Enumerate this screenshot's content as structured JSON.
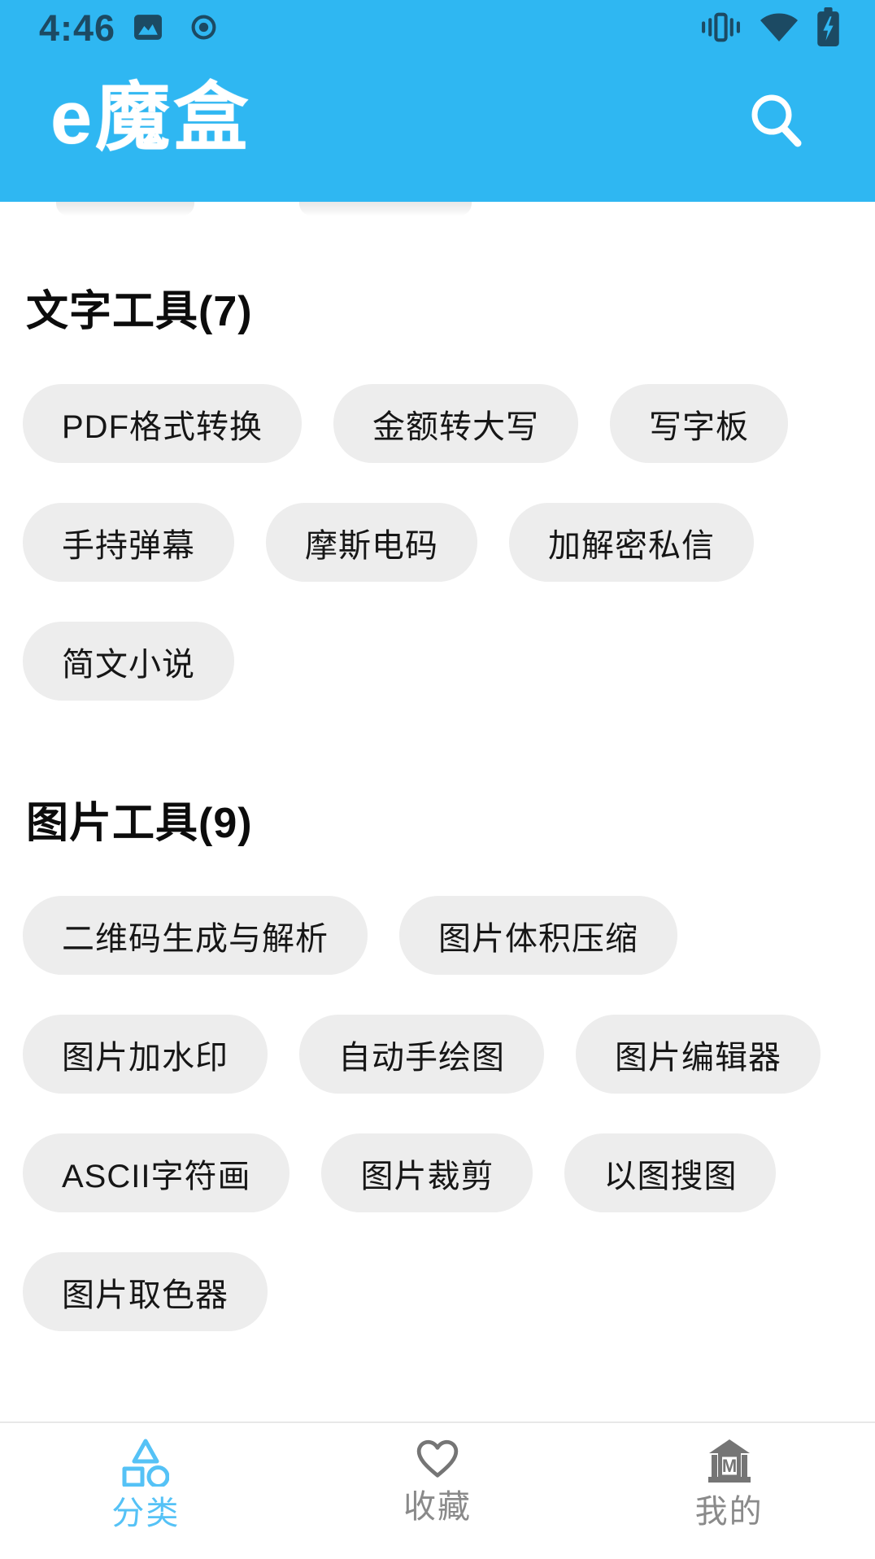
{
  "status_bar": {
    "time": "4:46",
    "left_icons": [
      "image-icon",
      "record-icon"
    ],
    "right_icons": [
      "vibrate-icon",
      "wifi-icon",
      "battery-charging-icon"
    ]
  },
  "header": {
    "app_title": "e魔盒"
  },
  "sections": [
    {
      "title": "文字工具(7)",
      "tools": [
        "PDF格式转换",
        "金额转大写",
        "写字板",
        "手持弹幕",
        "摩斯电码",
        "加解密私信",
        "简文小说"
      ]
    },
    {
      "title": "图片工具(9)",
      "tools": [
        "二维码生成与解析",
        "图片体积压缩",
        "图片加水印",
        "自动手绘图",
        "图片编辑器",
        "ASCII字符画",
        "图片裁剪",
        "以图搜图",
        "图片取色器"
      ]
    }
  ],
  "bottom_nav": {
    "items": [
      {
        "label": "分类",
        "icon": "categories-icon",
        "active": true
      },
      {
        "label": "收藏",
        "icon": "heart-icon",
        "active": false
      },
      {
        "label": "我的",
        "icon": "mine-icon",
        "active": false
      }
    ]
  },
  "colors": {
    "header_blue": "#2FB7F2",
    "status_icon": "#1C4A63",
    "pill_bg": "#EDEDED",
    "nav_active": "#55C2F6",
    "nav_inactive": "#8A8A8A"
  }
}
